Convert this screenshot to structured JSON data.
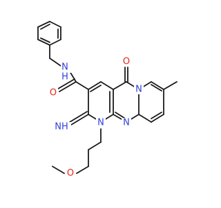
{
  "colors": {
    "bond": "#1a1a1a",
    "O": "#e8251a",
    "N": "#2f3fd8",
    "background": "#ffffff"
  },
  "labels": {
    "nh": "NH",
    "h": "H",
    "n": "N",
    "o": "O"
  }
}
